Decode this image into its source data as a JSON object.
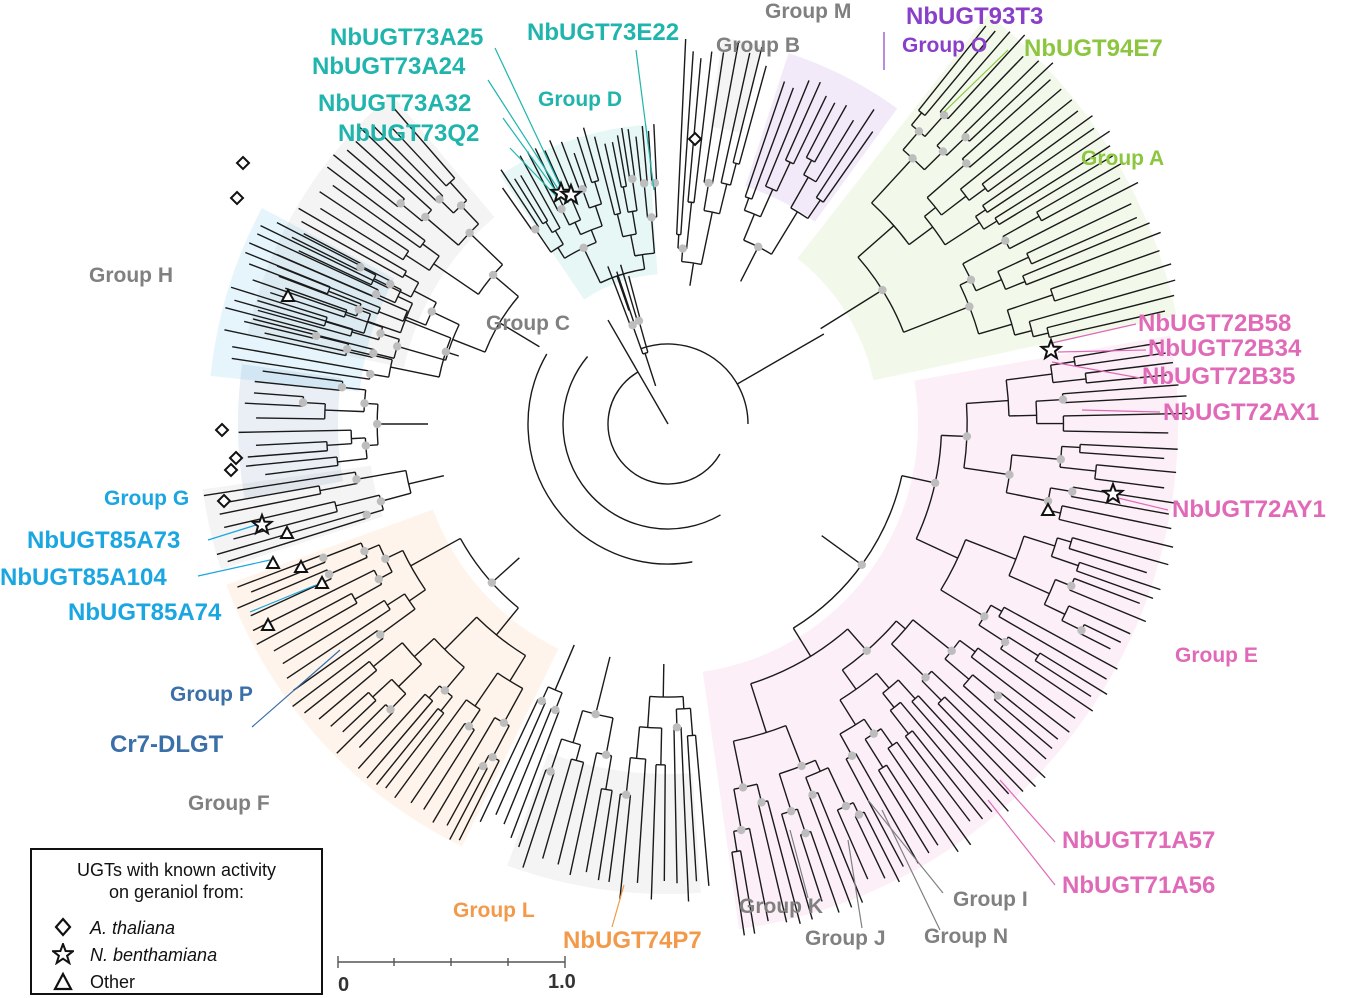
{
  "colors": {
    "grey": "#808080",
    "teal": "#1fb5ad",
    "purple": "#8a3fc8",
    "green": "#8cc63f",
    "pink": "#e06ab8",
    "blue": "#1aa6e0",
    "steel": "#3a6fa8",
    "orange": "#f39a4a",
    "branch": "#1a1a1a",
    "node": "#bdbdbd"
  },
  "groups": {
    "A": "Group A",
    "B": "Group B",
    "C": "Group C",
    "D": "Group D",
    "E": "Group E",
    "F": "Group F",
    "G": "Group G",
    "H": "Group H",
    "I": "Group I",
    "J": "Group J",
    "K": "Group K",
    "L": "Group L",
    "M": "Group M",
    "N": "Group N",
    "O": "Group O",
    "P": "Group P"
  },
  "genes": {
    "ugt73a25": "NbUGT73A25",
    "ugt73a24": "NbUGT73A24",
    "ugt73a32": "NbUGT73A32",
    "ugt73q2": "NbUGT73Q2",
    "ugt73e22": "NbUGT73E22",
    "ugt93t3": "NbUGT93T3",
    "ugt94e7": "NbUGT94E7",
    "ugt72b58": "NbUGT72B58",
    "ugt72b34": "NbUGT72B34",
    "ugt72b35": "NbUGT72B35",
    "ugt72ax1": "NbUGT72AX1",
    "ugt72ay1": "NbUGT72AY1",
    "ugt71a57": "NbUGT71A57",
    "ugt71a56": "NbUGT71A56",
    "ugt74p7": "NbUGT74P7",
    "ugt85a73": "NbUGT85A73",
    "ugt85a104": "NbUGT85A104",
    "ugt85a74": "NbUGT85A74",
    "cr7dlgt": "Cr7-DLGT"
  },
  "legend": {
    "title_line1": "UGTs with known activity",
    "title_line2": "on geraniol from:",
    "item1": "A. thaliana",
    "item2": "N. benthamiana",
    "item3": "Other",
    "icon1": "diamond-icon",
    "icon2": "star-icon",
    "icon3": "triangle-icon"
  },
  "scale": {
    "min": "0",
    "max": "1.0"
  }
}
